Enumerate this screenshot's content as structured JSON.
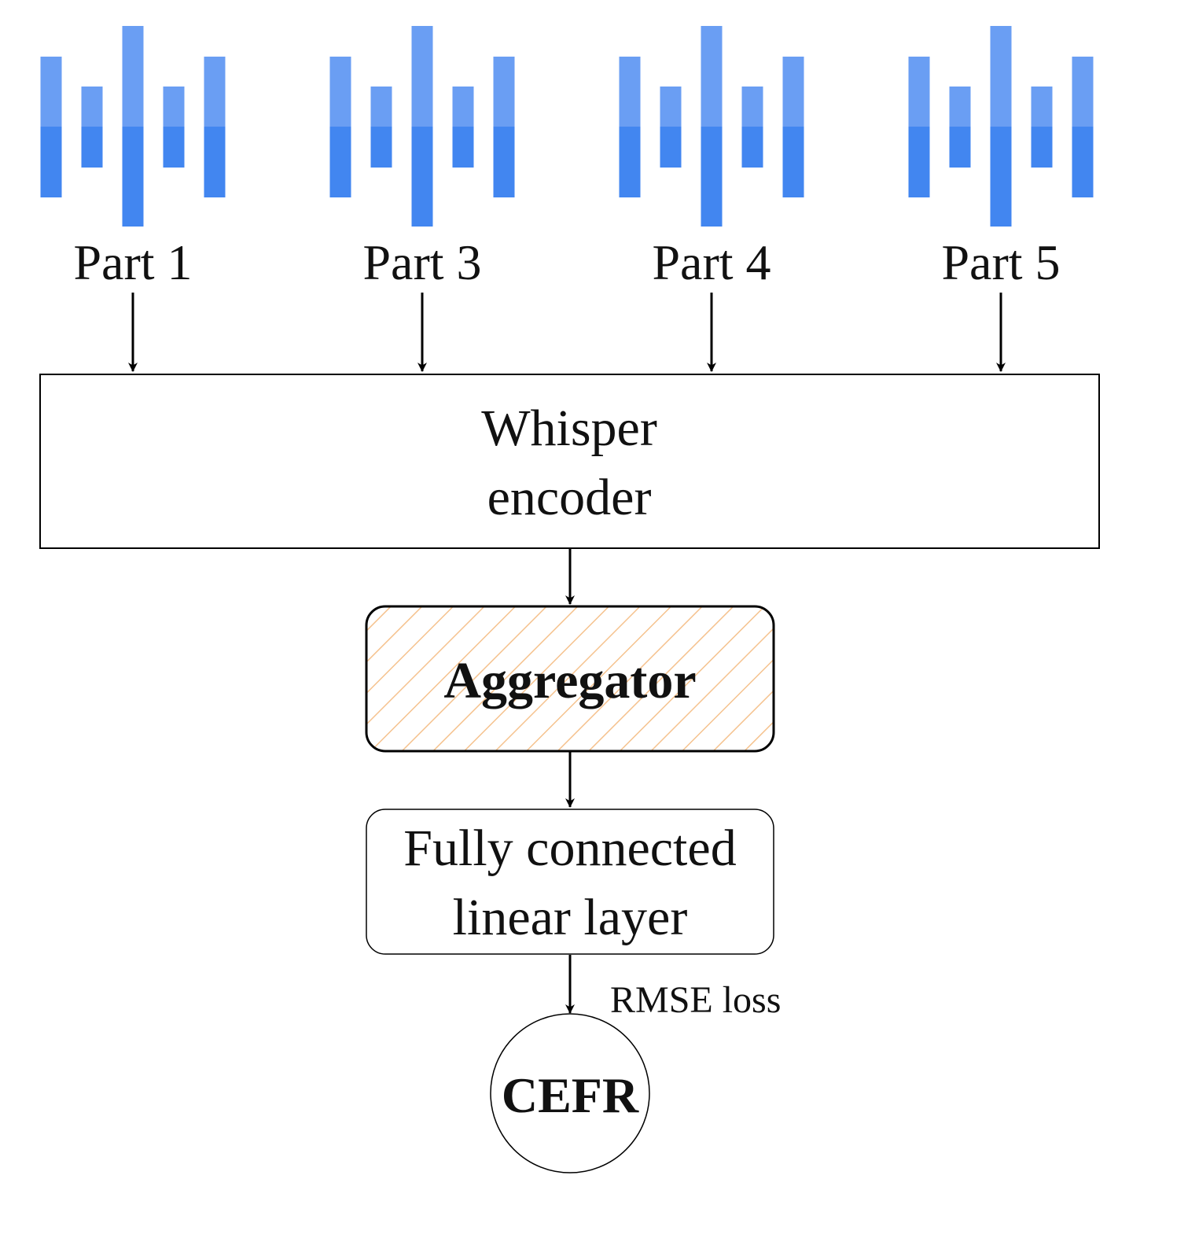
{
  "parts": [
    {
      "label": "Part 1",
      "icon": "waveform-icon"
    },
    {
      "label": "Part 3",
      "icon": "waveform-icon"
    },
    {
      "label": "Part 4",
      "icon": "waveform-icon"
    },
    {
      "label": "Part 5",
      "icon": "waveform-icon"
    }
  ],
  "encoder": {
    "line1": "Whisper",
    "line2": "encoder"
  },
  "aggregator": {
    "label": "Aggregator",
    "hatch_color": "#F5C28E"
  },
  "linear_layer": {
    "line1": "Fully connected",
    "line2": "linear layer"
  },
  "loss_label": "RMSE loss",
  "output": {
    "label": "CEFR"
  },
  "colors": {
    "wave_top": "#6A9EF3",
    "wave_bottom": "#4286F0",
    "stroke": "#000000"
  }
}
